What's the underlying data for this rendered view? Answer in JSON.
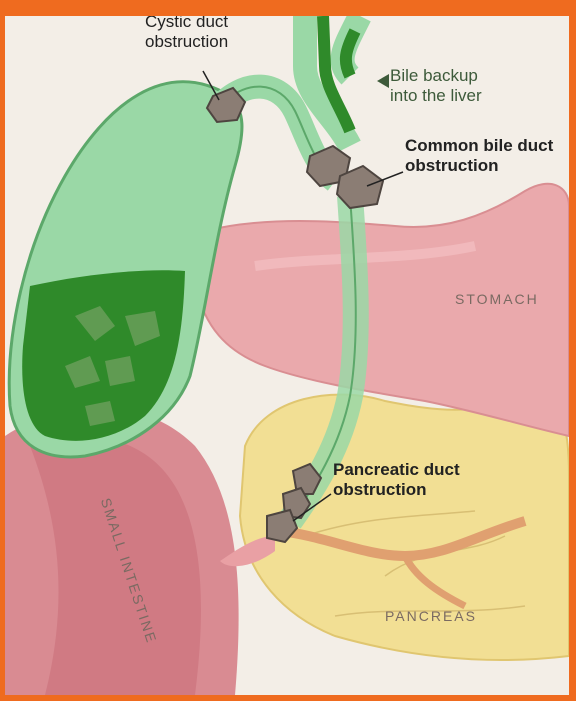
{
  "labels": {
    "cystic_line1": "Cystic duct",
    "cystic_line2": "obstruction",
    "bile_line1": "Bile backup",
    "bile_line2": "into the liver",
    "common_line1": "Common bile duct",
    "common_line2": "obstruction",
    "pancduct_line1": "Pancreatic duct",
    "pancduct_line2": "obstruction",
    "stomach": "STOMACH",
    "small_intestine": "SMALL INTESTINE",
    "pancreas": "PANCREAS"
  },
  "colors": {
    "border": "#ef6b1f",
    "gallbladder": "#8fd49b",
    "bile": "#2f8a2a",
    "stomach": "#e8a7aa",
    "pancreas": "#f3e39c",
    "intestine": "#d77a84",
    "stone": "#8b7d74"
  }
}
